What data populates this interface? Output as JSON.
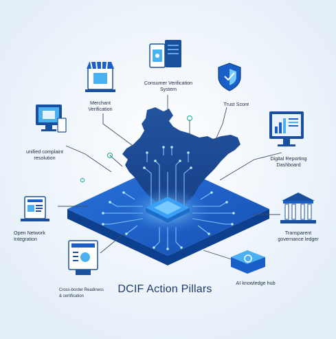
{
  "title": "DCIF Action Pillars",
  "pillars": {
    "consumer_verification": "Consumer Verification\nSystem",
    "merchant_verification": "Merchant\nVerification",
    "trust_score": "Trust Score",
    "unified_complaint": "unified complaint\nresolution",
    "digital_reporting": "Digital Reporting\nDashboard",
    "open_network": "Open Network\nIntegration",
    "transparent_governance": "Transparent\ngovernance ledger",
    "cross_border": "Cross-border  Readiness\n&  certification",
    "ai_knowledge_hub": "AI knowledge hub"
  },
  "colors": {
    "background": "#eef4fb",
    "platform_top": "#1a5fc7",
    "platform_side": "#0d3f8f",
    "map": "#1f4f9e",
    "circuit": "#8fd0ff",
    "chip": "#2f8cf0",
    "connector": "#3a4e6a"
  }
}
